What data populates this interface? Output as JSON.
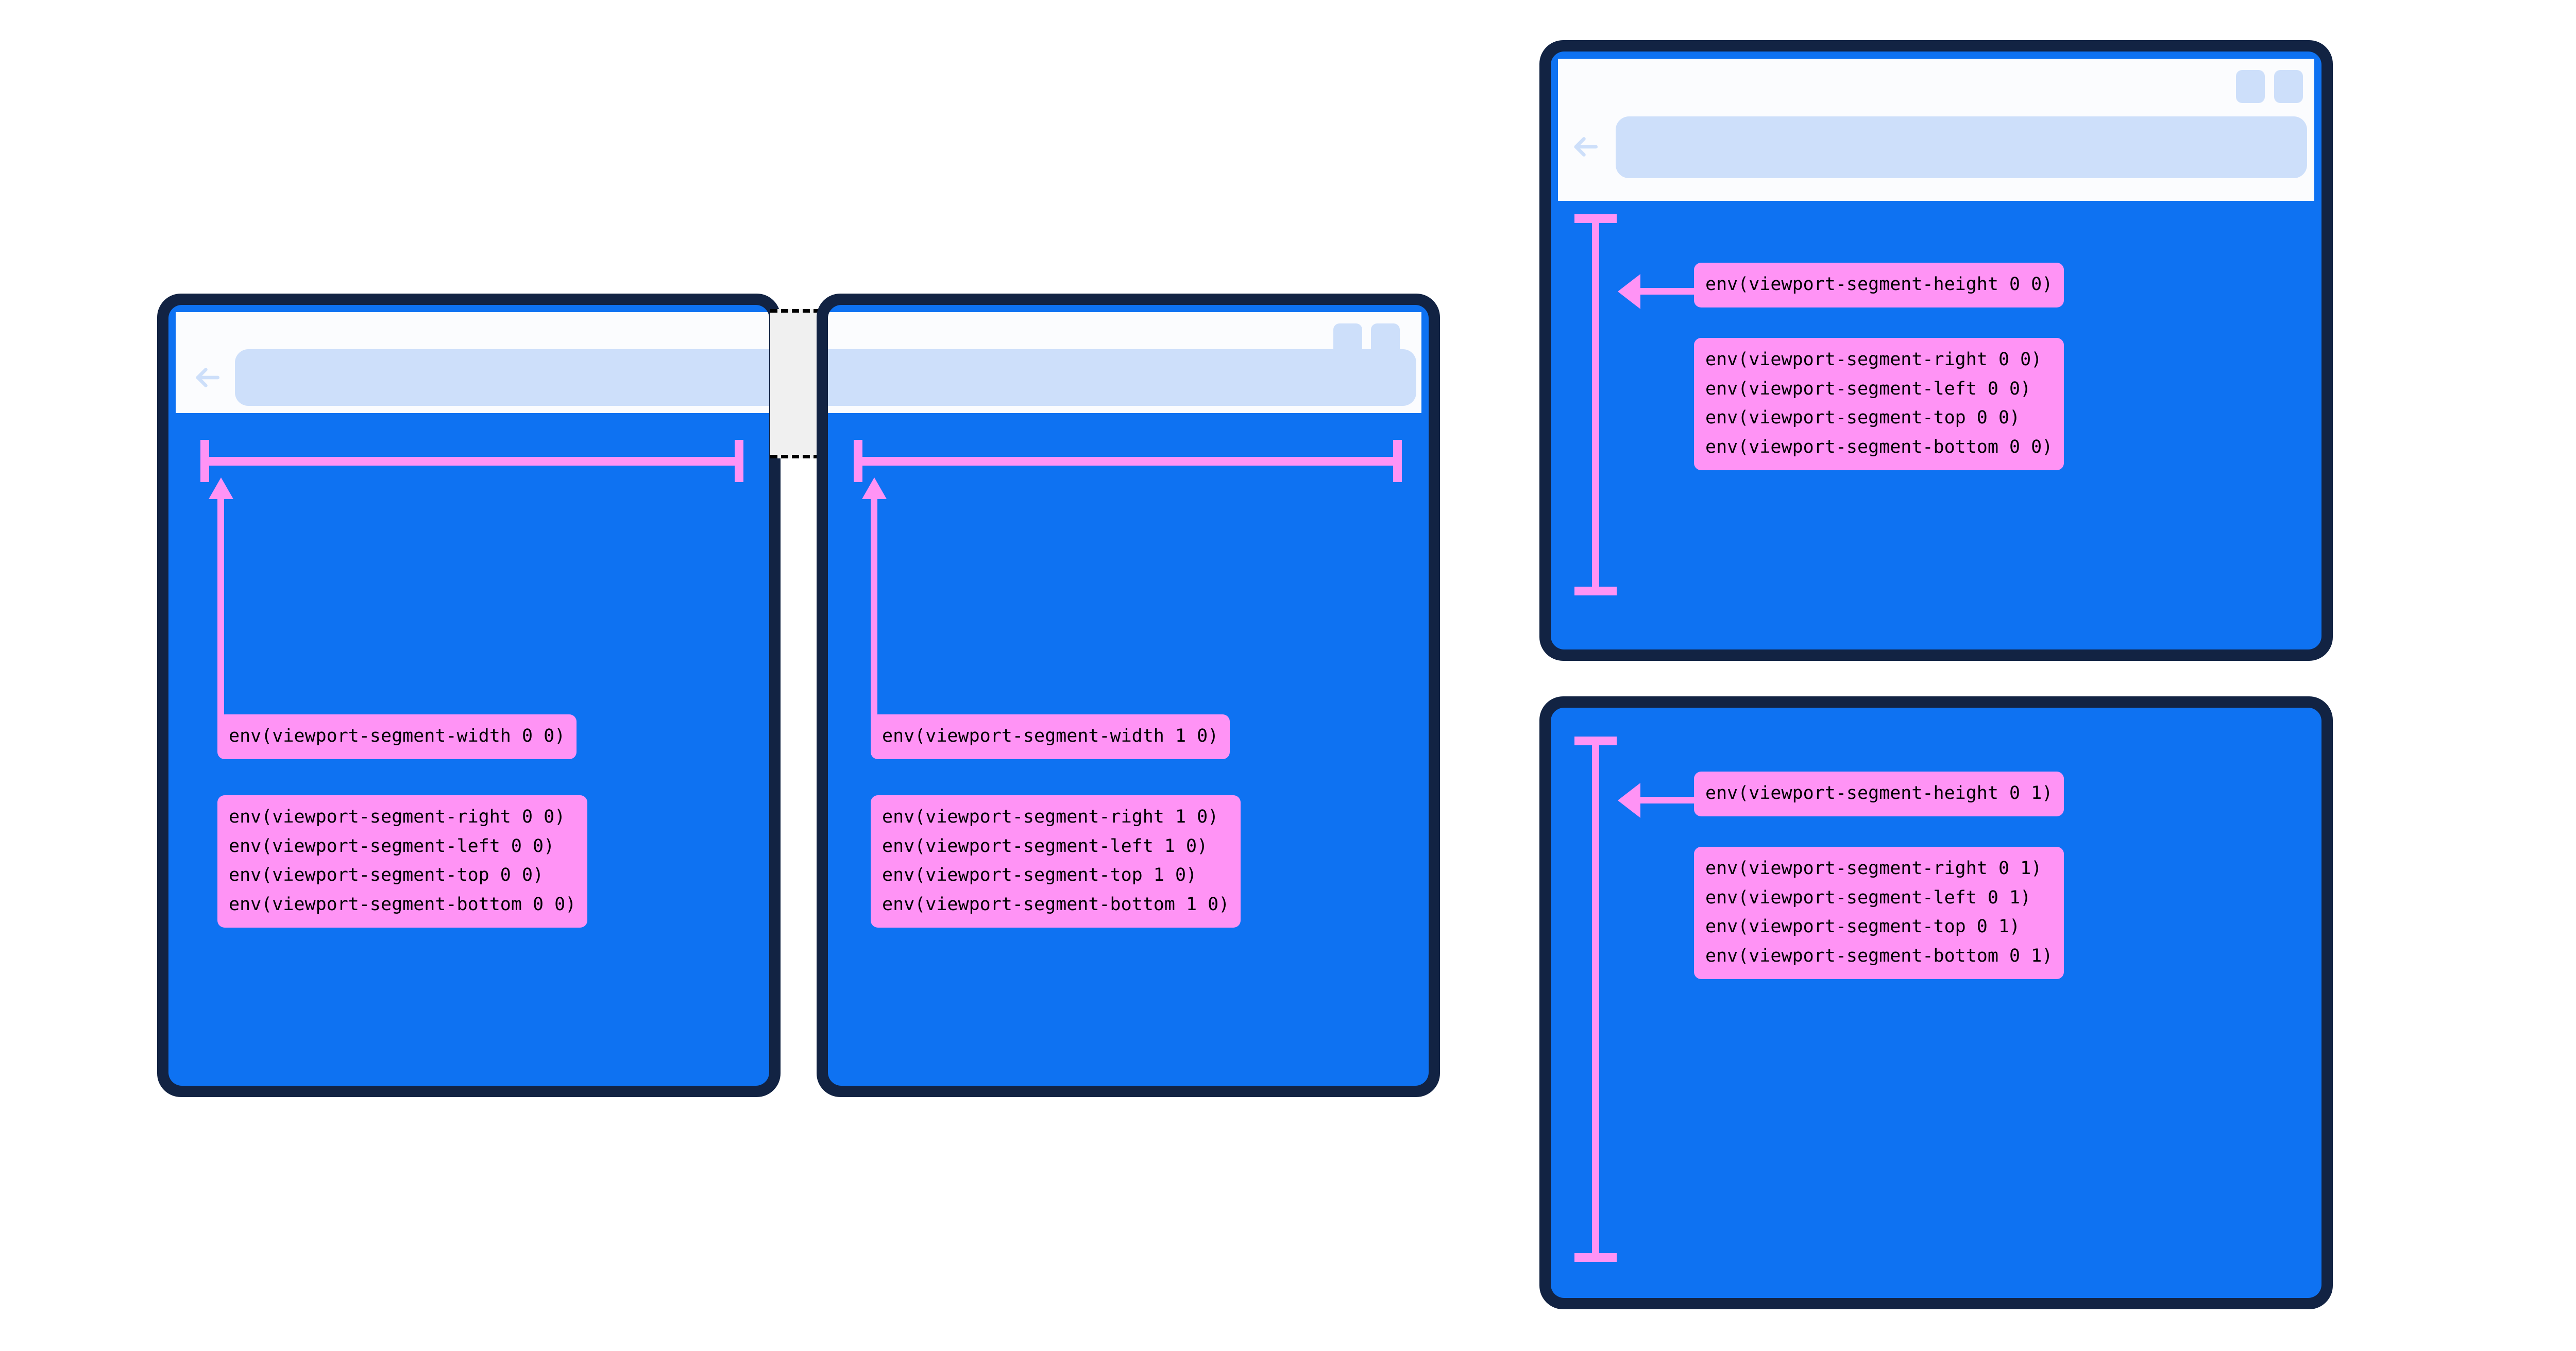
{
  "diagram": {
    "title": "CSS viewport segment environment variables on a foldable device",
    "colors": {
      "bezel": "#122343",
      "screen_blue": "#0E72F2",
      "annotation_pink": "#FF93F5",
      "toolbar_white": "#fbfcfe",
      "urlbar_blue": "#cddffa",
      "fold_gray": "#f0f0f0",
      "text_black": "#000000"
    },
    "fold": {
      "name": "fold-gap",
      "style": "dashed"
    }
  },
  "devices": [
    {
      "id": "device-a",
      "name": "foldable-left-segment",
      "orientation": "vertical-fold-left-pane",
      "has_toolbar": true,
      "has_back_button": true,
      "toolbar_buttons": 0,
      "measure": {
        "kind": "width",
        "label": "env(viewport-segment-width 0 0)"
      },
      "edge_labels": [
        "env(viewport-segment-right 0 0)",
        "env(viewport-segment-left 0 0)",
        "env(viewport-segment-top 0 0)",
        "env(viewport-segment-bottom 0 0)"
      ]
    },
    {
      "id": "device-b",
      "name": "foldable-right-segment",
      "orientation": "vertical-fold-right-pane",
      "has_toolbar": true,
      "has_back_button": false,
      "toolbar_buttons": 2,
      "measure": {
        "kind": "width",
        "label": "env(viewport-segment-width 1 0)"
      },
      "edge_labels": [
        "env(viewport-segment-right 1 0)",
        "env(viewport-segment-left 1 0)",
        "env(viewport-segment-top 1 0)",
        "env(viewport-segment-bottom 1 0)"
      ]
    },
    {
      "id": "device-c",
      "name": "foldable-top-segment",
      "orientation": "horizontal-fold-top-pane",
      "has_toolbar": true,
      "has_back_button": true,
      "toolbar_buttons": 2,
      "measure": {
        "kind": "height",
        "label": "env(viewport-segment-height 0 0)"
      },
      "edge_labels": [
        "env(viewport-segment-right 0 0)",
        "env(viewport-segment-left 0 0)",
        "env(viewport-segment-top 0 0)",
        "env(viewport-segment-bottom 0 0)"
      ]
    },
    {
      "id": "device-d",
      "name": "foldable-bottom-segment",
      "orientation": "horizontal-fold-bottom-pane",
      "has_toolbar": false,
      "has_back_button": false,
      "toolbar_buttons": 0,
      "measure": {
        "kind": "height",
        "label": "env(viewport-segment-height 0 1)"
      },
      "edge_labels": [
        "env(viewport-segment-right 0 1)",
        "env(viewport-segment-left 0 1)",
        "env(viewport-segment-top 0 1)",
        "env(viewport-segment-bottom 0 1)"
      ]
    }
  ]
}
